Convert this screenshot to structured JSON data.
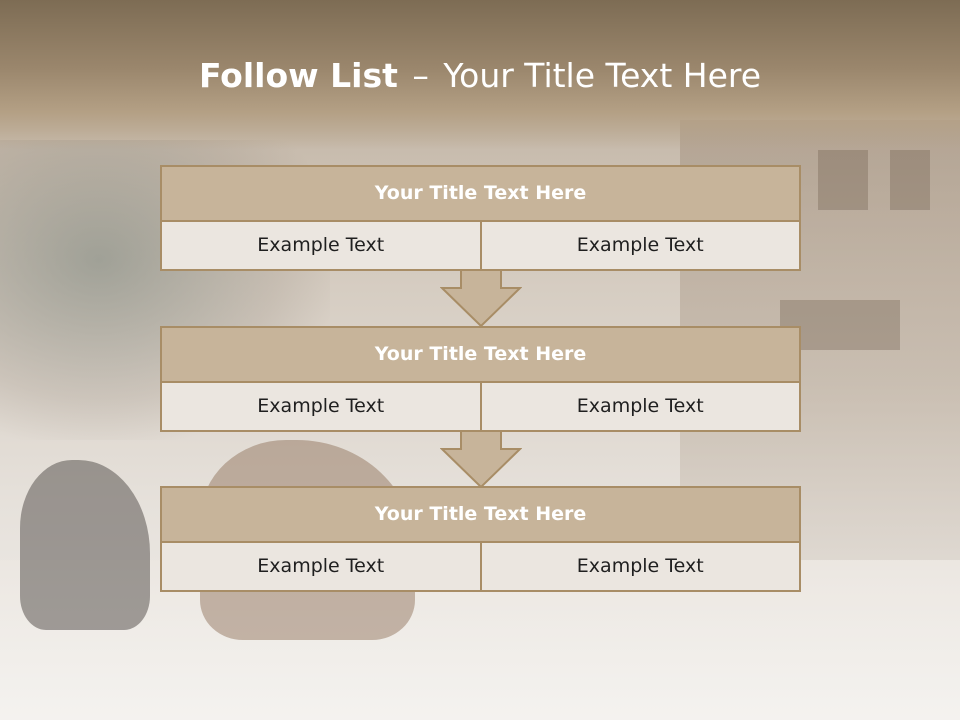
{
  "slide": {
    "title_bold": "Follow List",
    "title_separator": "–",
    "title_rest": "Your Title Text Here"
  },
  "blocks": [
    {
      "title": "Your Title Text Here",
      "left": "Example Text",
      "right": "Example Text"
    },
    {
      "title": "Your Title Text Here",
      "left": "Example Text",
      "right": "Example Text"
    },
    {
      "title": "Your Title Text Here",
      "left": "Example Text",
      "right": "Example Text"
    }
  ],
  "colors": {
    "header": "#9a866c",
    "block_title": "#c7b49a",
    "block_border": "#a88d66",
    "cell_bg": "#ebe6e0",
    "arrow_fill": "#c7b49a"
  },
  "icons": [
    "down-arrow-icon",
    "down-arrow-icon"
  ]
}
